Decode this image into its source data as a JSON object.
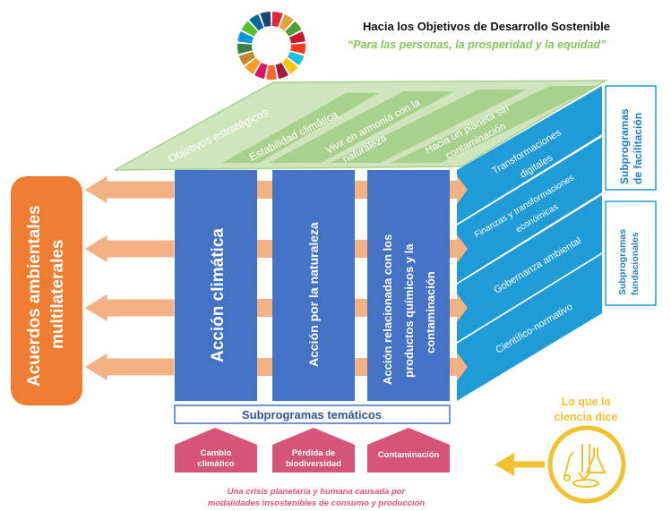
{
  "header": {
    "title": "Hacia los Objetivos de Desarrollo Sostenible",
    "subtitle": "“Para las personas, la prosperidad y la equidad”"
  },
  "sdg_wheel": {
    "colors": [
      "#e5243b",
      "#dda63a",
      "#4c9f38",
      "#c5192d",
      "#ff3a21",
      "#26bde2",
      "#fcc30b",
      "#a21942",
      "#fd6925",
      "#dd1367",
      "#fd9d24",
      "#bf8b2e",
      "#3f7e44",
      "#0a97d9",
      "#56c02b",
      "#00689d",
      "#19486a"
    ]
  },
  "strategic_objectives": {
    "header": "Objetivos estratégicos",
    "items": [
      {
        "line1": "Estabilidad climática",
        "line2": ""
      },
      {
        "line1": "Vivir en armonía con la",
        "line2": "naturaleza"
      },
      {
        "line1": "Hacia un planeta sin",
        "line2": "contaminación"
      }
    ]
  },
  "left_box": {
    "line1": "Acuerdos ambientales",
    "line2": "multilaterales",
    "color": "#ee7d31"
  },
  "thematic_columns": [
    {
      "lines": [
        "Acción climática"
      ]
    },
    {
      "lines": [
        "Acción por la naturaleza"
      ]
    },
    {
      "lines": [
        "Acción relacionada con los",
        "productos químicos y la",
        "contaminación"
      ]
    }
  ],
  "side_strips": [
    {
      "lines": [
        "Transformaciones",
        "digitales"
      ]
    },
    {
      "lines": [
        "Finanzas y transformaciones",
        "económicas"
      ]
    },
    {
      "lines": [
        "Gobernanza ambiental"
      ]
    },
    {
      "lines": [
        "Científico-normativo"
      ]
    }
  ],
  "enabling_box": {
    "line1": "Subprogramas",
    "line2": "de facilitación"
  },
  "foundational_box": {
    "line1": "Subprogramas",
    "line2": "fundacionales"
  },
  "thematic_label": "Subprogramas temáticos",
  "crises": [
    {
      "line1": "Cambio",
      "line2": "climático"
    },
    {
      "line1": "Pérdida de",
      "line2": "biodiversidad"
    },
    {
      "line1": "Contaminación",
      "line2": ""
    }
  ],
  "footer": {
    "line1": "Una crisis planetaria y humana causada por",
    "line2": "modalidades insostenibles de consumo y producción"
  },
  "science": {
    "line1": "Lo que la",
    "line2": "ciencia dice",
    "color": "#f2c12e"
  },
  "colors": {
    "column_blue": "#4472c4",
    "strip_blue": "#1f9bd7",
    "roof_green": "#a9d18e",
    "arrow_peach": "#f4b183",
    "crisis_pink": "#d6547a"
  }
}
